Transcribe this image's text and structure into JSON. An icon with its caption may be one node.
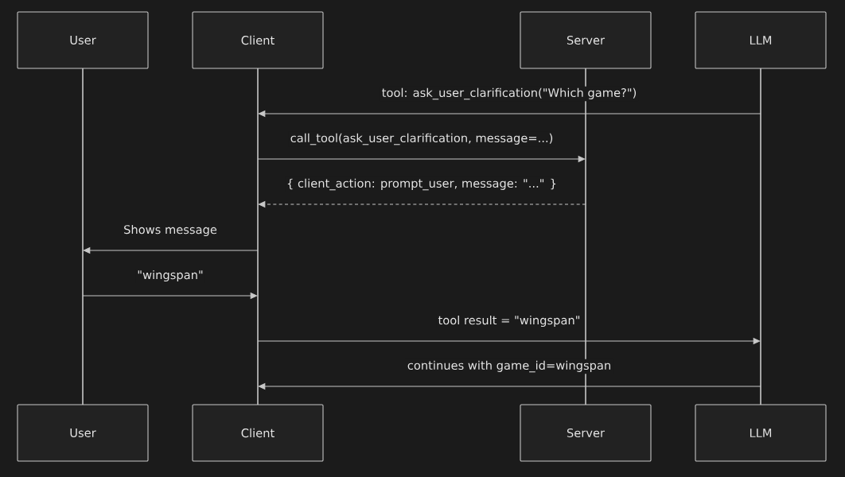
{
  "diagram": {
    "nodes": [
      {
        "text": [
          "User"
        ]
      },
      {
        "text": [
          "Client"
        ]
      },
      {
        "text": [
          "Server"
        ]
      },
      {
        "text": [
          "LLM"
        ]
      },
      {
        "text": [],
        "shape": "line"
      },
      {
        "text": [],
        "shape": "line"
      },
      {
        "text": [],
        "shape": "line"
      },
      {
        "text": [],
        "shape": "line"
      },
      {
        "text": [
          "User"
        ]
      },
      {
        "text": [
          "Client"
        ]
      },
      {
        "text": [
          "Server"
        ]
      },
      {
        "text": [
          "LLM"
        ]
      }
    ],
    "edges": [
      {
        "from": 7,
        "to": 5,
        "arrow": "to",
        "label": "tool: ask_user_clarification(\"Which game?\")"
      },
      {
        "from": 5,
        "to": 6,
        "arrow": "to",
        "label": "call_tool(ask_user_clarification, message=...)"
      },
      {
        "from": 6,
        "to": 5,
        "arrow": "to",
        "label": "{ client_action: prompt_user, message: \"...\" }",
        "style": "dashed"
      },
      {
        "from": 5,
        "to": 4,
        "arrow": "to",
        "label": "Shows message"
      },
      {
        "from": 4,
        "to": 5,
        "arrow": "to",
        "label": "\"wingspan\""
      },
      {
        "from": 5,
        "to": 7,
        "arrow": "to",
        "label": "tool result = \"wingspan\""
      },
      {
        "from": 7,
        "to": 5,
        "arrow": "to",
        "label": "continues with game_id=wingspan"
      }
    ]
  }
}
